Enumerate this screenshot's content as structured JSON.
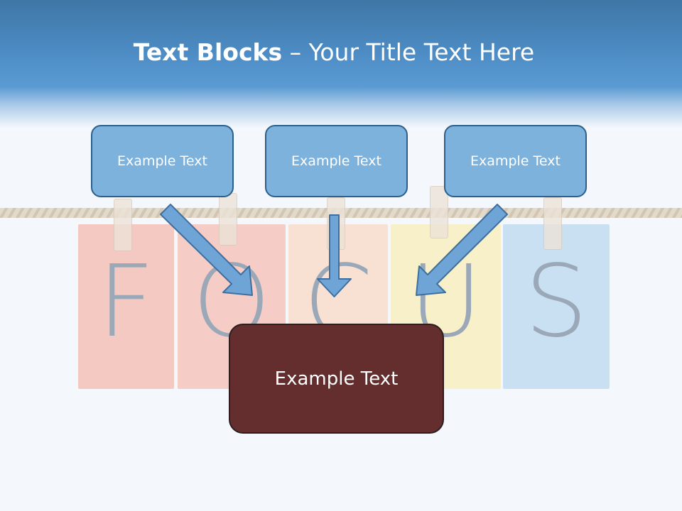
{
  "title": {
    "bold": "Text Blocks",
    "separator": " – ",
    "rest": "Your Title Text Here"
  },
  "background": {
    "letters": [
      "F",
      "O",
      "C",
      "U",
      "S"
    ],
    "card_colors": [
      "#f4c9c1",
      "#f6cdc6",
      "#f8e0d2",
      "#f8f0c9",
      "#c9dff2"
    ]
  },
  "boxes": [
    {
      "label": "Example Text"
    },
    {
      "label": "Example Text"
    },
    {
      "label": "Example Text"
    }
  ],
  "main_box": {
    "label": "Example Text"
  },
  "colors": {
    "box_fill": "#7db2dd",
    "box_border": "#2d5f8e",
    "main_fill": "#642e2e",
    "arrow": "#6fa5d6"
  }
}
